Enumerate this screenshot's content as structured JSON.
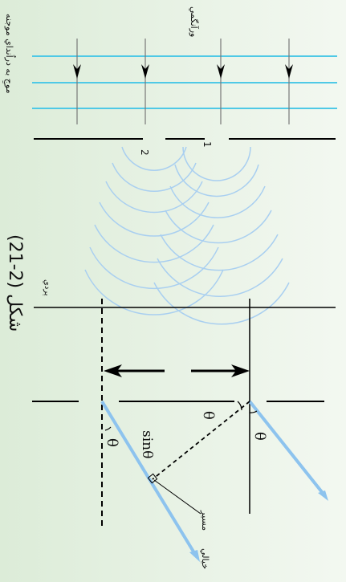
{
  "figure": {
    "caption": "شکل (2-21)",
    "label_wavefront": "موجِ به دراُنداي موجنه",
    "label_crest": "ورآنگمي",
    "label_screen": "پردي",
    "label_path": "مسير",
    "label_imaginary": "خيالي",
    "slit_1": "1",
    "slit_2": "2",
    "theta": "θ",
    "sin_theta": "sinθ"
  },
  "colors": {
    "background_left": "#dcecd8",
    "background_right": "#f2f7f0",
    "wave_line": "#4fc9e6",
    "wavelet": "#a9cff0",
    "ray": "#8dc3ee",
    "ink": "#111111"
  }
}
